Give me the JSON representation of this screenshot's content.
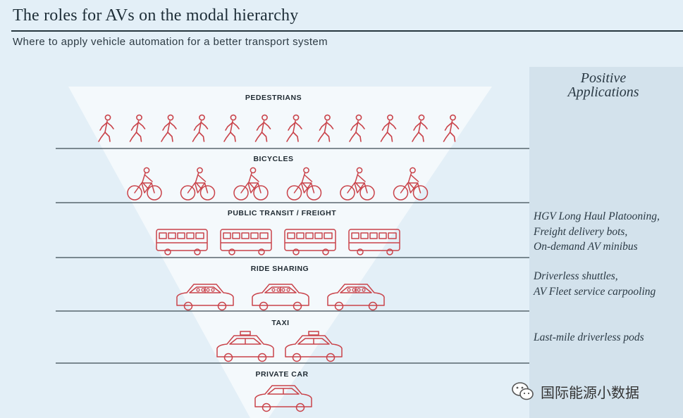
{
  "header": {
    "title": "The roles for AVs on the modal hierarchy",
    "subtitle": "Where to apply vehicle automation for a better transport system"
  },
  "panel": {
    "header_line1": "Positive",
    "header_line2": "Applications"
  },
  "tiers": [
    {
      "label": "PEDESTRIANS",
      "icon": "pedestrian-icon",
      "count": 12,
      "applications": []
    },
    {
      "label": "BICYCLES",
      "icon": "bicycle-icon",
      "count": 6,
      "applications": []
    },
    {
      "label": "PUBLIC TRANSIT / FREIGHT",
      "icon": "bus-icon",
      "count": 4,
      "applications": [
        "HGV Long Haul Platooning,",
        "Freight delivery bots,",
        "On-demand AV minibus"
      ]
    },
    {
      "label": "RIDE SHARING",
      "icon": "rideshare-car-icon",
      "count": 3,
      "applications": [
        "Driverless shuttles,",
        "AV Fleet service carpooling"
      ]
    },
    {
      "label": "TAXI",
      "icon": "taxi-icon",
      "count": 2,
      "applications": [
        "Last-mile driverless pods"
      ]
    },
    {
      "label": "PRIVATE CAR",
      "icon": "car-icon",
      "count": 1,
      "applications": []
    }
  ],
  "watermark": {
    "text": "国际能源小数据",
    "icon": "wechat-icon"
  },
  "colors": {
    "icon_stroke": "#c9434a",
    "rule": "#3c4a53",
    "background": "#e3eff7",
    "funnel": "#f4f9fc"
  }
}
